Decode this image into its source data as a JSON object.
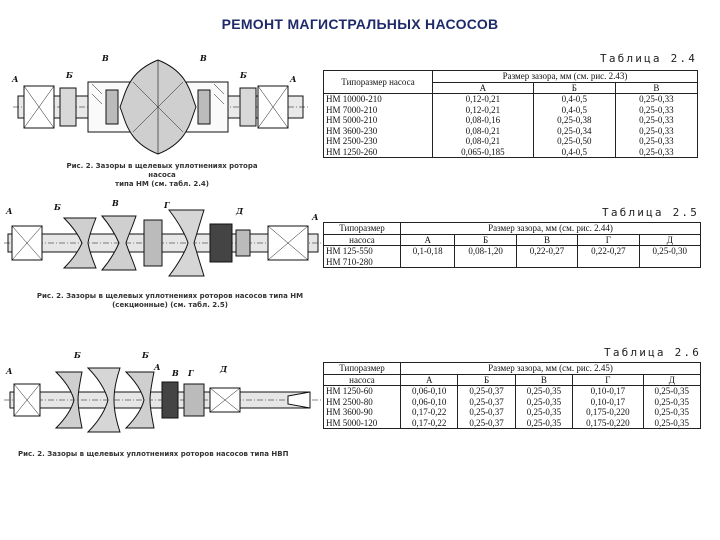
{
  "title": "РЕМОНТ МАГИСТРАЛЬНЫХ НАСОСОВ",
  "table1": {
    "caption": "Таблица 2.4",
    "col_pump": "Типоразмер насоса",
    "col_gap": "Размер зазора, мм (см. рис. 2.43)",
    "letters": [
      "А",
      "Б",
      "В"
    ],
    "rows": [
      [
        "НМ 10000-210",
        "0,12-0,21",
        "0,4-0,5",
        "0,25-0,33"
      ],
      [
        "НМ 7000-210",
        "0,12-0,21",
        "0,4-0,5",
        "0,25-0,33"
      ],
      [
        "НМ 5000-210",
        "0,08-0,16",
        "0,25-0,38",
        "0,25-0,33"
      ],
      [
        "НМ 3600-230",
        "0,08-0,21",
        "0,25-0,34",
        "0,25-0,33"
      ],
      [
        "НМ 2500-230",
        "0,08-0,21",
        "0,25-0,50",
        "0,25-0,33"
      ],
      [
        "НМ 1250-260",
        "0,065-0,185",
        "0,4-0,5",
        "0,25-0,33"
      ]
    ]
  },
  "table2": {
    "caption": "Таблица 2.5",
    "col_pump_1": "Типоразмер",
    "col_pump_2": "насоса",
    "col_gap": "Размер зазора, мм (см. рис. 2.44)",
    "letters": [
      "А",
      "Б",
      "В",
      "Г",
      "Д"
    ],
    "rows": [
      [
        "НМ 125-550",
        "0,1-0,18",
        "0,08-1,20",
        "0,22-0,27",
        "0,22-0,27",
        "0,25-0,30"
      ],
      [
        "НМ 710-280",
        "",
        "",
        "",
        "",
        ""
      ]
    ]
  },
  "table3": {
    "caption": "Таблица 2.6",
    "col_pump_1": "Типоразмер",
    "col_pump_2": "насоса",
    "col_gap": "Размер зазора, мм (см. рис. 2.45)",
    "letters": [
      "А",
      "Б",
      "В",
      "Г",
      "Д"
    ],
    "rows": [
      [
        "НМ 1250-60",
        "0,06-0,10",
        "0,25-0,37",
        "0,25-0,35",
        "0,10-0,17",
        "0,25-0,35"
      ],
      [
        "НМ 2500-80",
        "0,06-0,10",
        "0,25-0,37",
        "0,25-0,35",
        "0,10-0,17",
        "0,25-0,35"
      ],
      [
        "НМ 3600-90",
        "0,17-0,22",
        "0,25-0,37",
        "0,25-0,35",
        "0,175-0,220",
        "0,25-0,35"
      ],
      [
        "НМ 5000-120",
        "0,17-0,22",
        "0,25-0,37",
        "0,25-0,35",
        "0,175-0,220",
        "0,25-0,35"
      ]
    ]
  },
  "figures": {
    "fig1": {
      "caption_1": "Рис. 2. Зазоры в щелевых уплотнениях ротора насоса",
      "caption_2": "типа НМ (см. табл. 2.4)",
      "marks": [
        "А",
        "Б",
        "В",
        "В",
        "Б",
        "А"
      ]
    },
    "fig2": {
      "caption_1": "Рис. 2. Зазоры в щелевых уплотнениях роторов насосов типа НМ",
      "caption_2": "(секционные) (см. табл. 2.5)",
      "marks": [
        "А",
        "Б",
        "В",
        "Г",
        "Д",
        "А"
      ]
    },
    "fig3": {
      "caption_1": "Рис. 2. Зазоры в щелевых уплотнениях роторов насосов типа НВП",
      "marks": [
        "А",
        "Б",
        "Б",
        "А",
        "В",
        "Г",
        "Д"
      ]
    }
  }
}
